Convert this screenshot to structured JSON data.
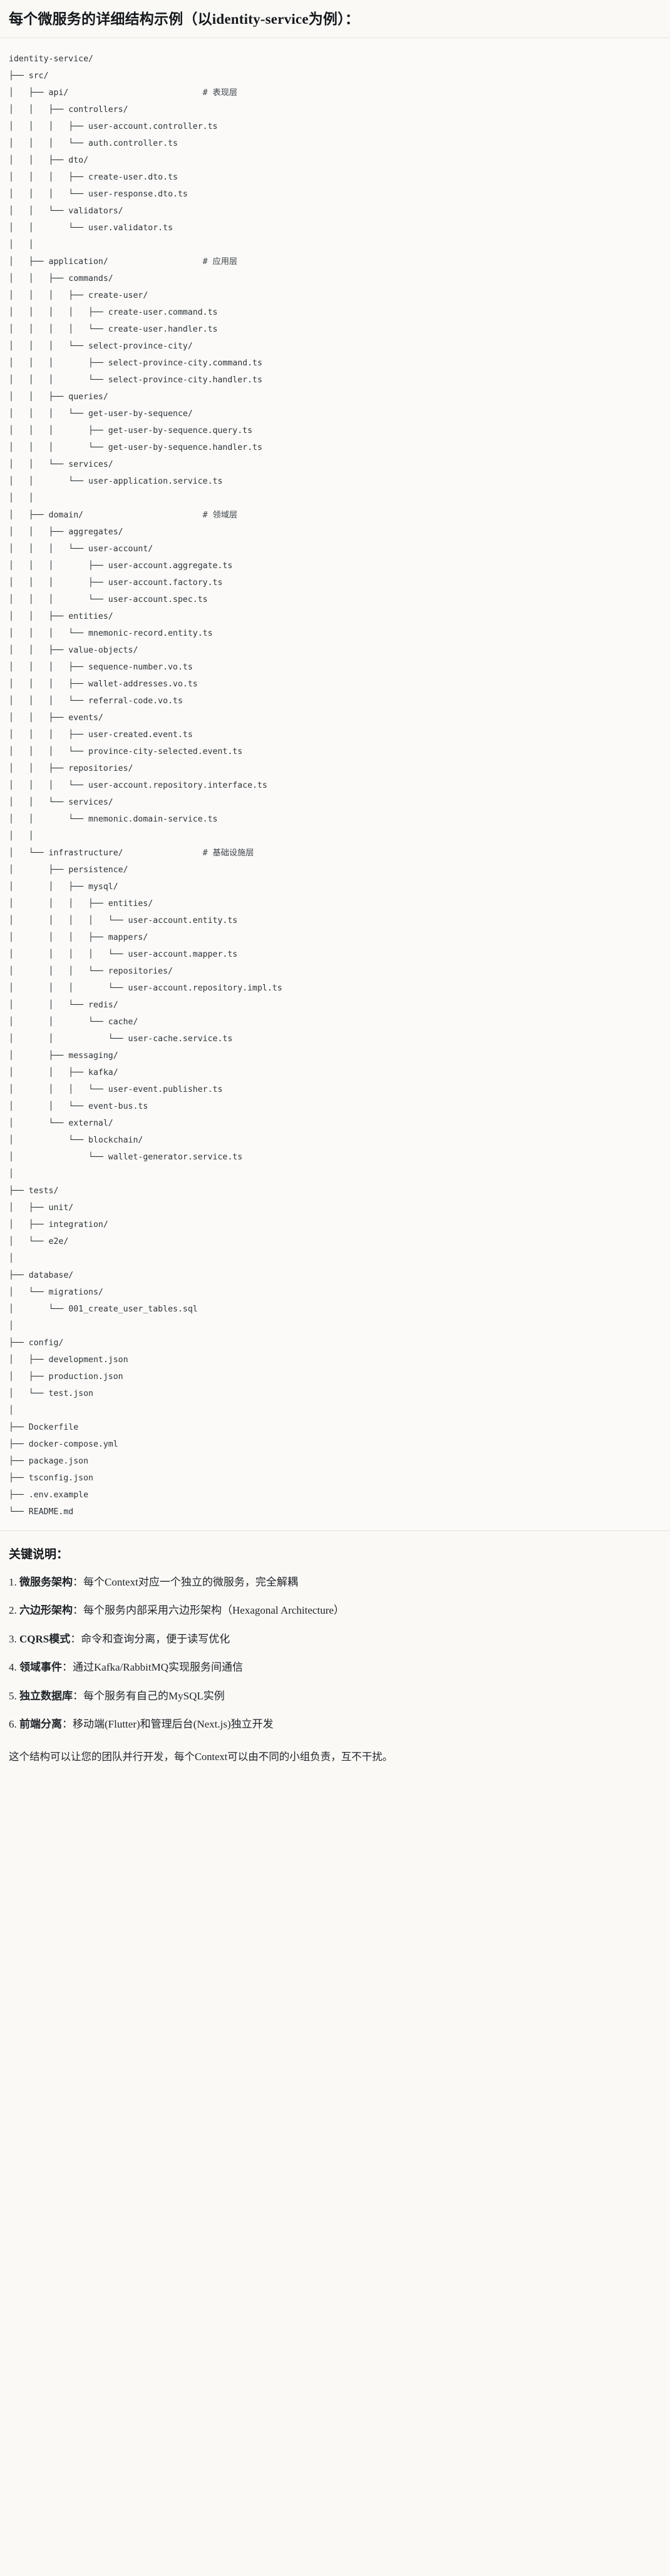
{
  "header": {
    "title": "每个微服务的详细结构示例（以identity-service为例）："
  },
  "tree": {
    "root_label": "identity-service/",
    "comments": {
      "api": "# 表现层",
      "application": "# 应用层",
      "domain": "# 领域层",
      "infrastructure": "# 基础设施层"
    },
    "lines": [
      {
        "text": "identity-service/",
        "comment": ""
      },
      {
        "text": "├── src/",
        "comment": ""
      },
      {
        "text": "│   ├── api/",
        "comment": "# 表现层"
      },
      {
        "text": "│   │   ├── controllers/",
        "comment": ""
      },
      {
        "text": "│   │   │   ├── user-account.controller.ts",
        "comment": ""
      },
      {
        "text": "│   │   │   └── auth.controller.ts",
        "comment": ""
      },
      {
        "text": "│   │   ├── dto/",
        "comment": ""
      },
      {
        "text": "│   │   │   ├── create-user.dto.ts",
        "comment": ""
      },
      {
        "text": "│   │   │   └── user-response.dto.ts",
        "comment": ""
      },
      {
        "text": "│   │   └── validators/",
        "comment": ""
      },
      {
        "text": "│   │       └── user.validator.ts",
        "comment": ""
      },
      {
        "text": "│   │",
        "comment": ""
      },
      {
        "text": "│   ├── application/",
        "comment": "# 应用层"
      },
      {
        "text": "│   │   ├── commands/",
        "comment": ""
      },
      {
        "text": "│   │   │   ├── create-user/",
        "comment": ""
      },
      {
        "text": "│   │   │   │   ├── create-user.command.ts",
        "comment": ""
      },
      {
        "text": "│   │   │   │   └── create-user.handler.ts",
        "comment": ""
      },
      {
        "text": "│   │   │   └── select-province-city/",
        "comment": ""
      },
      {
        "text": "│   │   │       ├── select-province-city.command.ts",
        "comment": ""
      },
      {
        "text": "│   │   │       └── select-province-city.handler.ts",
        "comment": ""
      },
      {
        "text": "│   │   ├── queries/",
        "comment": ""
      },
      {
        "text": "│   │   │   └── get-user-by-sequence/",
        "comment": ""
      },
      {
        "text": "│   │   │       ├── get-user-by-sequence.query.ts",
        "comment": ""
      },
      {
        "text": "│   │   │       └── get-user-by-sequence.handler.ts",
        "comment": ""
      },
      {
        "text": "│   │   └── services/",
        "comment": ""
      },
      {
        "text": "│   │       └── user-application.service.ts",
        "comment": ""
      },
      {
        "text": "│   │",
        "comment": ""
      },
      {
        "text": "│   ├── domain/",
        "comment": "# 领域层"
      },
      {
        "text": "│   │   ├── aggregates/",
        "comment": ""
      },
      {
        "text": "│   │   │   └── user-account/",
        "comment": ""
      },
      {
        "text": "│   │   │       ├── user-account.aggregate.ts",
        "comment": ""
      },
      {
        "text": "│   │   │       ├── user-account.factory.ts",
        "comment": ""
      },
      {
        "text": "│   │   │       └── user-account.spec.ts",
        "comment": ""
      },
      {
        "text": "│   │   ├── entities/",
        "comment": ""
      },
      {
        "text": "│   │   │   └── mnemonic-record.entity.ts",
        "comment": ""
      },
      {
        "text": "│   │   ├── value-objects/",
        "comment": ""
      },
      {
        "text": "│   │   │   ├── sequence-number.vo.ts",
        "comment": ""
      },
      {
        "text": "│   │   │   ├── wallet-addresses.vo.ts",
        "comment": ""
      },
      {
        "text": "│   │   │   └── referral-code.vo.ts",
        "comment": ""
      },
      {
        "text": "│   │   ├── events/",
        "comment": ""
      },
      {
        "text": "│   │   │   ├── user-created.event.ts",
        "comment": ""
      },
      {
        "text": "│   │   │   └── province-city-selected.event.ts",
        "comment": ""
      },
      {
        "text": "│   │   ├── repositories/",
        "comment": ""
      },
      {
        "text": "│   │   │   └── user-account.repository.interface.ts",
        "comment": ""
      },
      {
        "text": "│   │   └── services/",
        "comment": ""
      },
      {
        "text": "│   │       └── mnemonic.domain-service.ts",
        "comment": ""
      },
      {
        "text": "│   │",
        "comment": ""
      },
      {
        "text": "│   └── infrastructure/",
        "comment": "# 基础设施层"
      },
      {
        "text": "│       ├── persistence/",
        "comment": ""
      },
      {
        "text": "│       │   ├── mysql/",
        "comment": ""
      },
      {
        "text": "│       │   │   ├── entities/",
        "comment": ""
      },
      {
        "text": "│       │   │   │   └── user-account.entity.ts",
        "comment": ""
      },
      {
        "text": "│       │   │   ├── mappers/",
        "comment": ""
      },
      {
        "text": "│       │   │   │   └── user-account.mapper.ts",
        "comment": ""
      },
      {
        "text": "│       │   │   └── repositories/",
        "comment": ""
      },
      {
        "text": "│       │   │       └── user-account.repository.impl.ts",
        "comment": ""
      },
      {
        "text": "│       │   └── redis/",
        "comment": ""
      },
      {
        "text": "│       │       └── cache/",
        "comment": ""
      },
      {
        "text": "│       │           └── user-cache.service.ts",
        "comment": ""
      },
      {
        "text": "│       ├── messaging/",
        "comment": ""
      },
      {
        "text": "│       │   ├── kafka/",
        "comment": ""
      },
      {
        "text": "│       │   │   └── user-event.publisher.ts",
        "comment": ""
      },
      {
        "text": "│       │   └── event-bus.ts",
        "comment": ""
      },
      {
        "text": "│       └── external/",
        "comment": ""
      },
      {
        "text": "│           └── blockchain/",
        "comment": ""
      },
      {
        "text": "│               └── wallet-generator.service.ts",
        "comment": ""
      },
      {
        "text": "│",
        "comment": ""
      },
      {
        "text": "├── tests/",
        "comment": ""
      },
      {
        "text": "│   ├── unit/",
        "comment": ""
      },
      {
        "text": "│   ├── integration/",
        "comment": ""
      },
      {
        "text": "│   └── e2e/",
        "comment": ""
      },
      {
        "text": "│",
        "comment": ""
      },
      {
        "text": "├── database/",
        "comment": ""
      },
      {
        "text": "│   └── migrations/",
        "comment": ""
      },
      {
        "text": "│       └── 001_create_user_tables.sql",
        "comment": ""
      },
      {
        "text": "│",
        "comment": ""
      },
      {
        "text": "├── config/",
        "comment": ""
      },
      {
        "text": "│   ├── development.json",
        "comment": ""
      },
      {
        "text": "│   ├── production.json",
        "comment": ""
      },
      {
        "text": "│   └── test.json",
        "comment": ""
      },
      {
        "text": "│",
        "comment": ""
      },
      {
        "text": "├── Dockerfile",
        "comment": ""
      },
      {
        "text": "├── docker-compose.yml",
        "comment": ""
      },
      {
        "text": "├── package.json",
        "comment": ""
      },
      {
        "text": "├── tsconfig.json",
        "comment": ""
      },
      {
        "text": "├── .env.example",
        "comment": ""
      },
      {
        "text": "└── README.md",
        "comment": ""
      }
    ]
  },
  "notes": {
    "title": "关键说明：",
    "items": [
      {
        "index": "1.",
        "term": "微服务架构",
        "sep": "：",
        "desc": "每个Context对应一个独立的微服务，完全解耦"
      },
      {
        "index": "2.",
        "term": "六边形架构",
        "sep": "：",
        "desc": "每个服务内部采用六边形架构（Hexagonal Architecture）"
      },
      {
        "index": "3.",
        "term": "CQRS模式",
        "sep": "：",
        "desc": "命令和查询分离，便于读写优化"
      },
      {
        "index": "4.",
        "term": "领域事件",
        "sep": "：",
        "desc": "通过Kafka/RabbitMQ实现服务间通信"
      },
      {
        "index": "5.",
        "term": "独立数据库",
        "sep": "：",
        "desc": "每个服务有自己的MySQL实例"
      },
      {
        "index": "6.",
        "term": "前端分离",
        "sep": "：",
        "desc": "移动端(Flutter)和管理后台(Next.js)独立开发"
      }
    ],
    "closing": "这个结构可以让您的团队并行开发，每个Context可以由不同的小组负责，互不干扰。"
  },
  "colors": {
    "page_bg": "#faf9f6",
    "code_bg": "#fbfaf8",
    "text": "#1f2328",
    "code_text": "#2e3338",
    "divider": "#e6e4df"
  }
}
